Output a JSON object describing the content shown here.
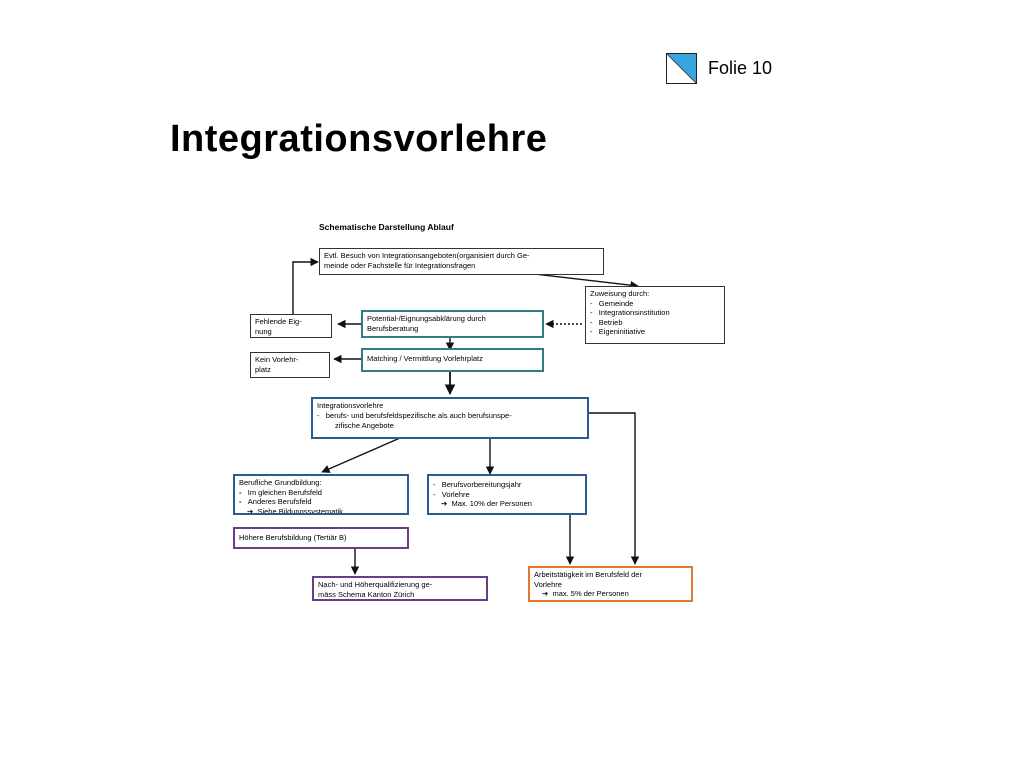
{
  "slide": {
    "folie": "Folie 10",
    "title": "Integrationsvorlehre"
  },
  "diagram": {
    "heading": "Schematische Darstellung Ablauf",
    "evtl": [
      "Evtl. Besuch von Integrationsangeboten(organisiert durch Ge-",
      "meinde oder Fachstelle für Integrationsfragen"
    ],
    "zuweisung": {
      "title": "Zuweisung durch:",
      "items": [
        "Gemeinde",
        "Integrationsinstitution",
        "Betrieb",
        "Eigeninitiative"
      ]
    },
    "fehlende": [
      "Fehlende Eig-",
      "nung"
    ],
    "potential": [
      "Potential-/Eignungsabklärung durch",
      "Berufsberatung"
    ],
    "kein": [
      "Kein Vorlehr-",
      "platz"
    ],
    "matching": "Matching / Vermittlung Vorlehrplatz",
    "integration": {
      "title": "Integrationsvorlehre",
      "item": [
        "berufs- und berufsfeldspezifische als auch berufsunspe-",
        "zifische Angebote"
      ]
    },
    "grundbildung": {
      "title": "Berufliche Grundbildung:",
      "items": [
        "Im gleichen Berufsfeld",
        "Anderes Berufsfeld"
      ],
      "arrow": "Siehe Bildungssystematik"
    },
    "berufsvorbereitung": {
      "items": [
        "Berufsvorbereitungsjahr",
        "Vorlehre"
      ],
      "arrow": "Max. 10% der Personen"
    },
    "hoehere": "Höhere Berufsbildung (Tertiär B)",
    "nachqual": [
      "Nach- und Höherqualifizierung ge-",
      "mäss Schema Kanton Zürich"
    ],
    "arbeit": {
      "lines": [
        "Arbeitstätigkeit im Berufsfeld der",
        "Vorlehre"
      ],
      "arrow": "max. 5% der Personen"
    }
  },
  "colors": {
    "teal": "#2f7e86",
    "blue": "#2a5d8c",
    "purple": "#6a3d86",
    "orange": "#e07a2e",
    "logo_blue": "#3ba3e0"
  },
  "icons": {
    "logo": "zurich-canton-flag-icon",
    "bullet_arrow": "right-arrow-icon"
  }
}
